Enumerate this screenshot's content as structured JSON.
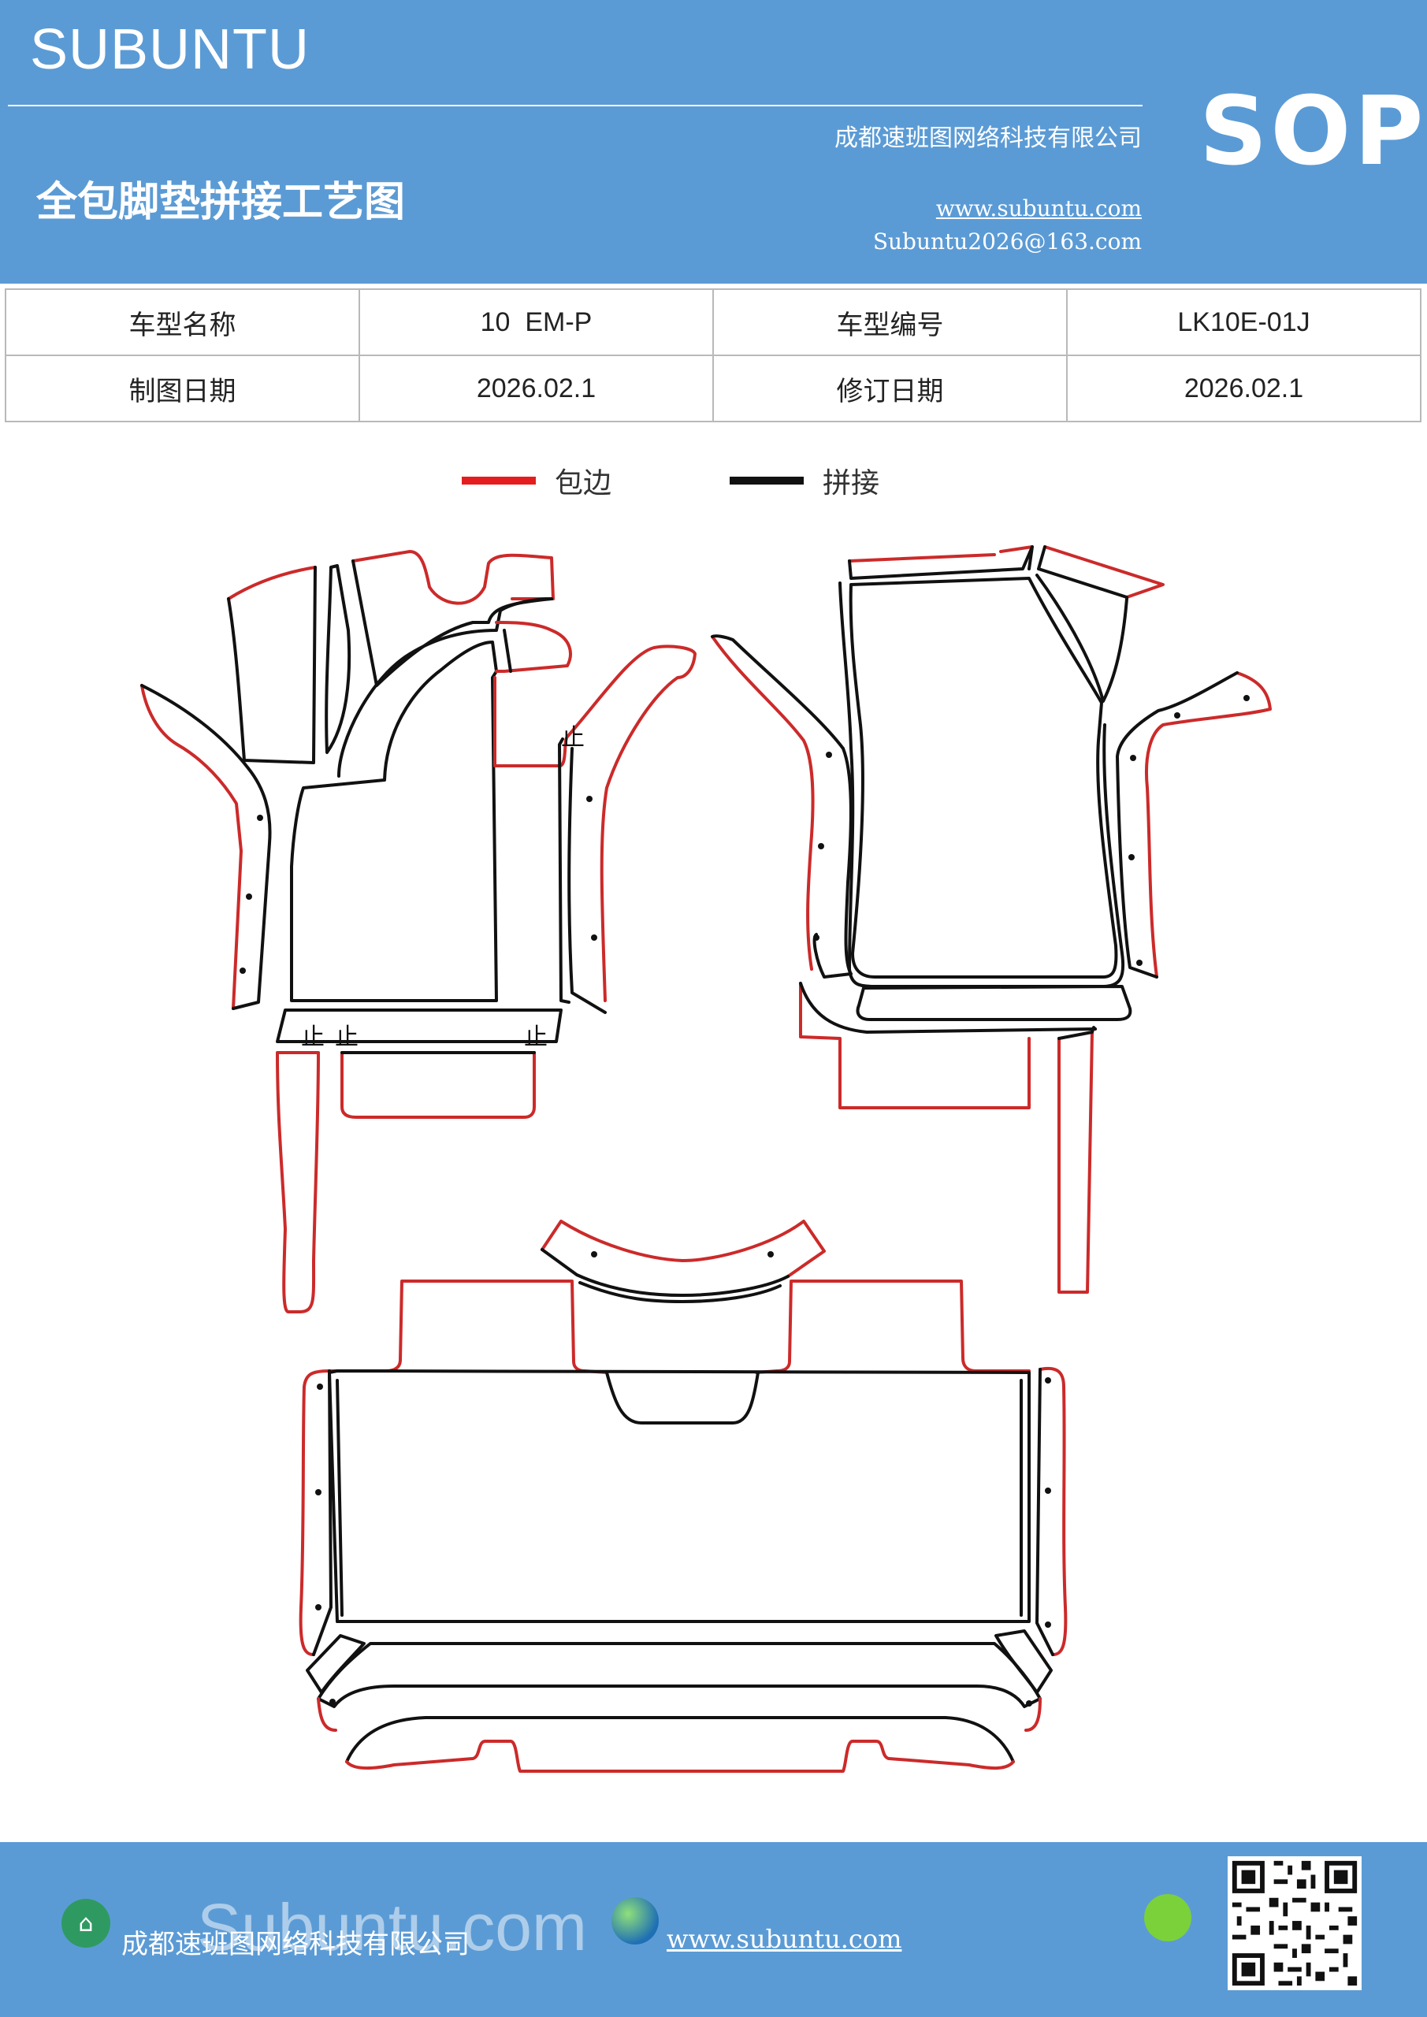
{
  "header": {
    "brand": "SUBUNTU",
    "company": "成都速班图网络科技有限公司",
    "title": "全包脚垫拼接工艺图",
    "website": "www.subuntu.com",
    "email": "Subuntu2026@163.com",
    "badge": "SOP"
  },
  "info_table": {
    "rows": [
      {
        "label1": "车型名称",
        "value1": "10  EM-P",
        "label2": "车型编号",
        "value2": "LK10E-01J"
      },
      {
        "label1": "制图日期",
        "value1": "2026.02.1",
        "label2": "修订日期",
        "value2": "2026.02.1"
      }
    ]
  },
  "legend": {
    "items": [
      {
        "label": "包边",
        "color": "#e41e1e"
      },
      {
        "label": "拼接",
        "color": "#111111"
      }
    ]
  },
  "drawing": {
    "mark": "止",
    "edge_color": "#cc2a2a",
    "seam_color": "#111111"
  },
  "footer": {
    "company": "成都速班图网络科技有限公司",
    "website": "www.subuntu.com",
    "watermark": "Subuntu.com"
  },
  "icons": {
    "company": "building-icon",
    "web": "globe-icon",
    "chat": "chat-icon",
    "qr": "qr-code"
  }
}
